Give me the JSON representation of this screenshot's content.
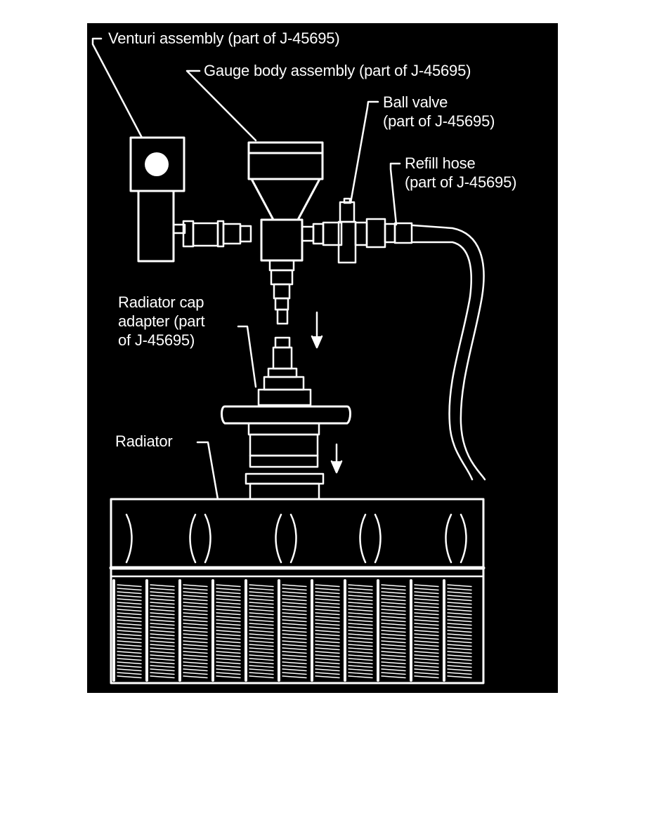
{
  "figure": {
    "background": "#000000",
    "line_color": "#ffffff",
    "callouts": {
      "venturi": [
        "Venturi assembly (part of J-45695)"
      ],
      "gauge_body": [
        "Gauge body assembly (part of J-45695)"
      ],
      "ball_valve": [
        "Ball valve",
        "(part of J-45695)"
      ],
      "refill_hose": [
        "Refill hose",
        "(part of J-45695)"
      ],
      "radiator_cap_adapter": [
        "Radiator cap",
        "adapter (part",
        "of J-45695)"
      ],
      "radiator": [
        "Radiator"
      ]
    },
    "components": [
      {
        "name": "venturi-assembly",
        "icon": "venturi-block-icon"
      },
      {
        "name": "gauge-body-assembly",
        "icon": "gauge-funnel-icon"
      },
      {
        "name": "ball-valve",
        "icon": "valve-icon"
      },
      {
        "name": "refill-hose",
        "icon": "hose-icon"
      },
      {
        "name": "radiator-cap-adapter",
        "icon": "cap-adapter-icon"
      },
      {
        "name": "radiator",
        "icon": "radiator-core-icon"
      }
    ]
  }
}
